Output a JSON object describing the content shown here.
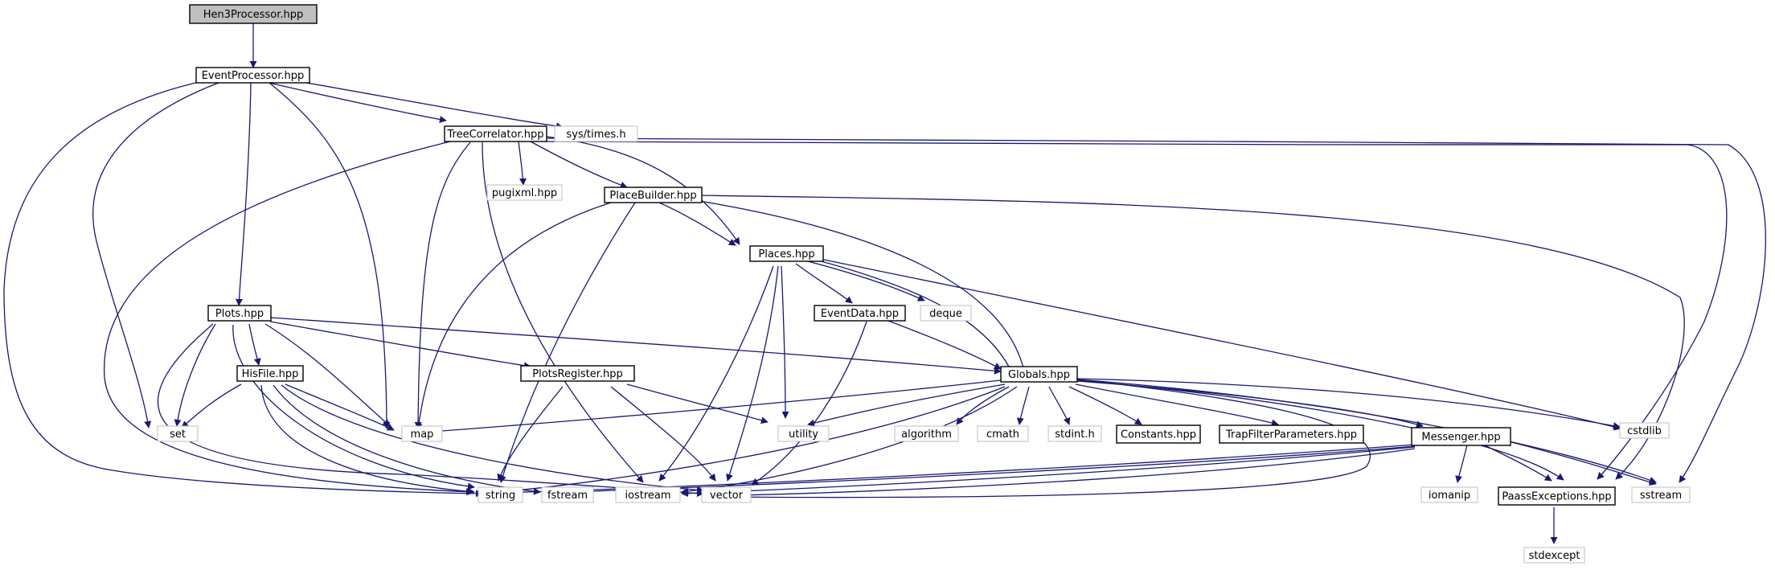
{
  "colors": {
    "edge": "#191970",
    "internal_border": "#000000",
    "external_border": "#bfbfbf",
    "root_fill": "#bfbfbf",
    "node_fill": "#ffffff"
  },
  "nodes": [
    {
      "id": "hen3",
      "label": "Hen3Processor.hpp",
      "kind": "root"
    },
    {
      "id": "eventproc",
      "label": "EventProcessor.hpp",
      "kind": "internal"
    },
    {
      "id": "treecorr",
      "label": "TreeCorrelator.hpp",
      "kind": "internal"
    },
    {
      "id": "systimes",
      "label": "sys/times.h",
      "kind": "external"
    },
    {
      "id": "pugixml",
      "label": "pugixml.hpp",
      "kind": "external"
    },
    {
      "id": "placebuilder",
      "label": "PlaceBuilder.hpp",
      "kind": "internal"
    },
    {
      "id": "places",
      "label": "Places.hpp",
      "kind": "internal"
    },
    {
      "id": "eventdata",
      "label": "EventData.hpp",
      "kind": "internal"
    },
    {
      "id": "deque",
      "label": "deque",
      "kind": "external"
    },
    {
      "id": "plots",
      "label": "Plots.hpp",
      "kind": "internal"
    },
    {
      "id": "hisfile",
      "label": "HisFile.hpp",
      "kind": "internal"
    },
    {
      "id": "plotsreg",
      "label": "PlotsRegister.hpp",
      "kind": "internal"
    },
    {
      "id": "globals",
      "label": "Globals.hpp",
      "kind": "internal"
    },
    {
      "id": "set",
      "label": "set",
      "kind": "external"
    },
    {
      "id": "map",
      "label": "map",
      "kind": "external"
    },
    {
      "id": "utility",
      "label": "utility",
      "kind": "external"
    },
    {
      "id": "algorithm",
      "label": "algorithm",
      "kind": "external"
    },
    {
      "id": "cmath",
      "label": "cmath",
      "kind": "external"
    },
    {
      "id": "stdint",
      "label": "stdint.h",
      "kind": "external"
    },
    {
      "id": "constants",
      "label": "Constants.hpp",
      "kind": "internal"
    },
    {
      "id": "trapfilter",
      "label": "TrapFilterParameters.hpp",
      "kind": "internal"
    },
    {
      "id": "cstdlib",
      "label": "cstdlib",
      "kind": "external"
    },
    {
      "id": "messenger",
      "label": "Messenger.hpp",
      "kind": "internal"
    },
    {
      "id": "string",
      "label": "string",
      "kind": "external"
    },
    {
      "id": "fstream",
      "label": "fstream",
      "kind": "external"
    },
    {
      "id": "iostream",
      "label": "iostream",
      "kind": "external"
    },
    {
      "id": "vector",
      "label": "vector",
      "kind": "external"
    },
    {
      "id": "iomanip",
      "label": "iomanip",
      "kind": "external"
    },
    {
      "id": "paassexc",
      "label": "PaassExceptions.hpp",
      "kind": "internal"
    },
    {
      "id": "sstream",
      "label": "sstream",
      "kind": "external"
    },
    {
      "id": "stdexcept",
      "label": "stdexcept",
      "kind": "external"
    }
  ]
}
